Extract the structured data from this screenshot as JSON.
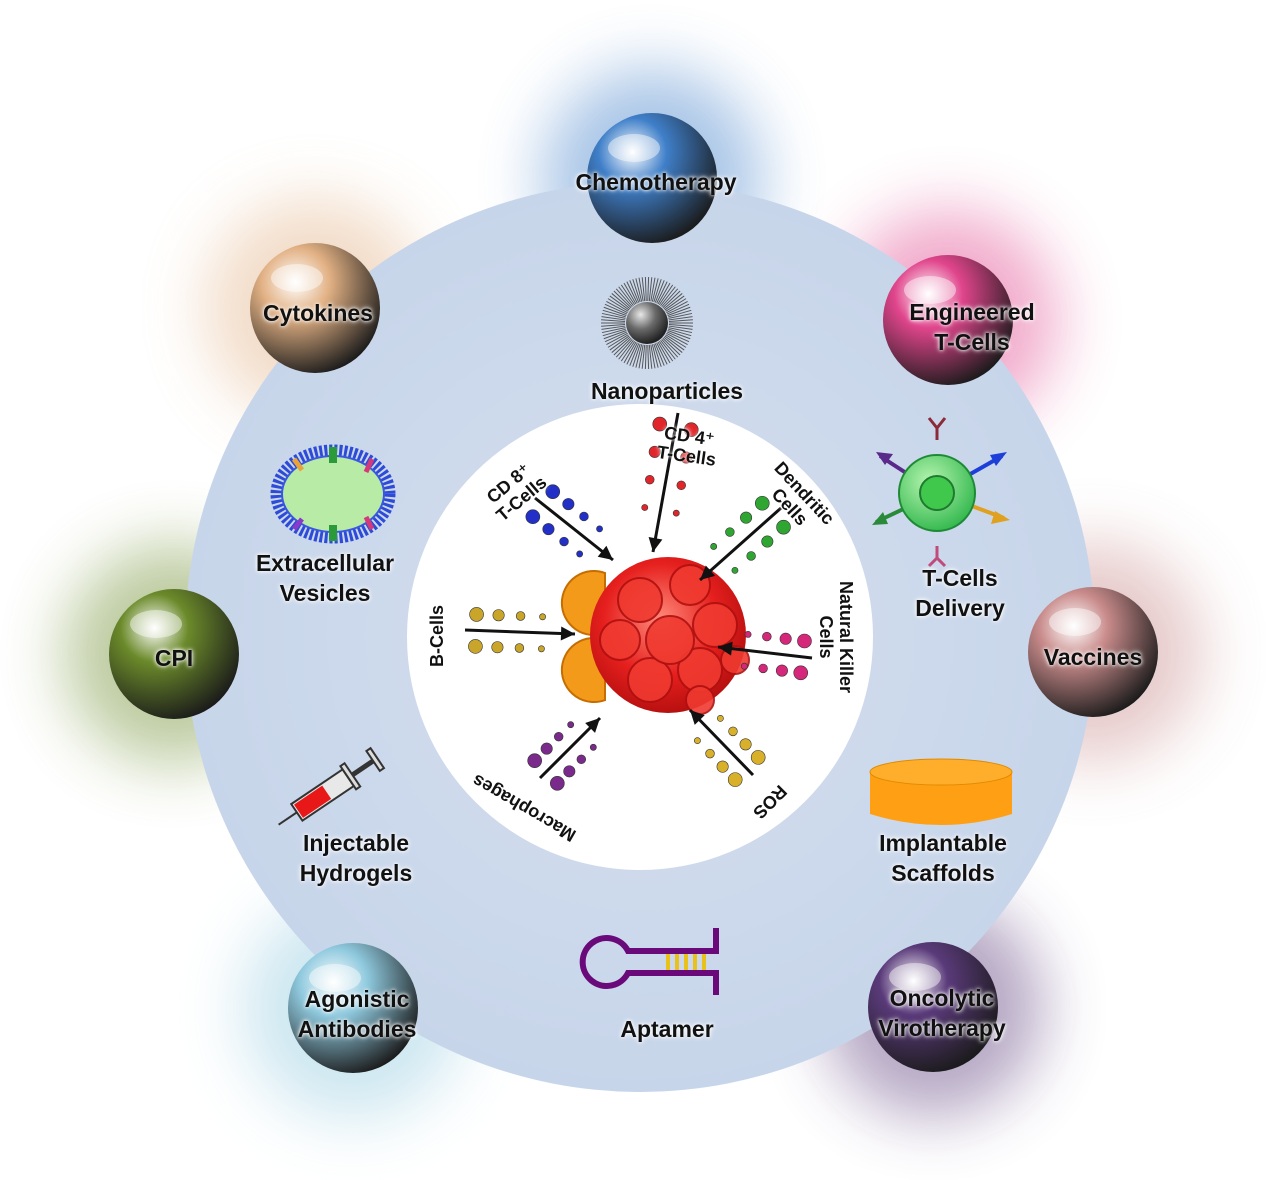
{
  "outer": [
    {
      "key": "chemo",
      "lines": [
        "Chemotherapy"
      ],
      "color": "#3f7fc9"
    },
    {
      "key": "eng",
      "lines": [
        "Engineered",
        "T-Cells"
      ],
      "color": "#e0458c"
    },
    {
      "key": "vac",
      "lines": [
        "Vaccines"
      ],
      "color": "#c98b8b"
    },
    {
      "key": "onc",
      "lines": [
        "Oncolytic",
        "Virotherapy"
      ],
      "color": "#5a3a7a"
    },
    {
      "key": "ago",
      "lines": [
        "Agonistic",
        "Antibodies"
      ],
      "color": "#8fc9de"
    },
    {
      "key": "cpi",
      "lines": [
        "CPI"
      ],
      "color": "#6b8a2a"
    },
    {
      "key": "cyto",
      "lines": [
        "Cytokines"
      ],
      "color": "#e2b184"
    }
  ],
  "delivery": [
    {
      "key": "nano",
      "lines": [
        "Nanoparticles"
      ]
    },
    {
      "key": "tdel",
      "lines": [
        "T-Cells",
        "Delivery"
      ]
    },
    {
      "key": "scaf",
      "lines": [
        "Implantable",
        "Scaffolds"
      ]
    },
    {
      "key": "apt",
      "lines": [
        "Aptamer"
      ]
    },
    {
      "key": "hyd",
      "lines": [
        "Injectable",
        "Hydrogels"
      ]
    },
    {
      "key": "ev",
      "lines": [
        "Extracellular",
        "Vesicles"
      ]
    }
  ],
  "inner": [
    {
      "key": "cd4",
      "lines": [
        "CD 4⁺",
        "T-Cells"
      ],
      "color": "#e0262a"
    },
    {
      "key": "dc",
      "lines": [
        "Dendritic",
        "Cells"
      ],
      "color": "#2fa532"
    },
    {
      "key": "nk",
      "lines": [
        "Natural Killer",
        "Cells"
      ],
      "color": "#d6287a"
    },
    {
      "key": "ros",
      "lines": [
        "ROS"
      ],
      "color": "#d8b02a"
    },
    {
      "key": "mac",
      "lines": [
        "Macrophages"
      ],
      "color": "#7a2a8a"
    },
    {
      "key": "bc",
      "lines": [
        "B-Cells"
      ],
      "color": "#c9a52a"
    },
    {
      "key": "cd8",
      "lines": [
        "CD 8⁺",
        "T-Cells"
      ],
      "color": "#2230c8"
    }
  ]
}
